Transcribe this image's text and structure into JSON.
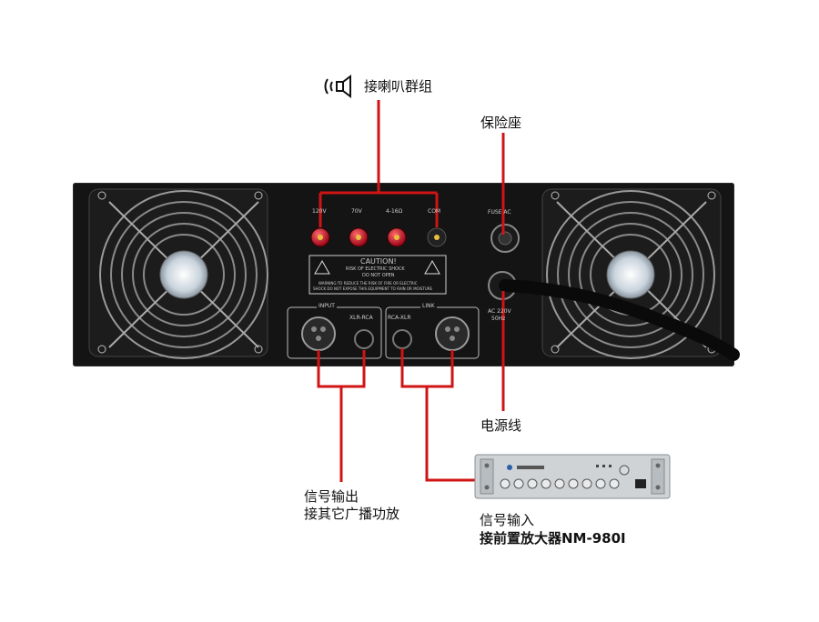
{
  "labels": {
    "speaker_group": "接喇叭群组",
    "fuse_holder": "保险座",
    "power_cord": "电源线",
    "signal_out_line1": "信号输出",
    "signal_out_line2": "接其它广播功放",
    "signal_in_line1": "信号输入",
    "signal_in_line2": "接前置放大器NM-980I"
  },
  "panel": {
    "terminals": [
      "120V",
      "70V",
      "4-16Ω",
      "COM"
    ],
    "fuse_label": "FUSE AC",
    "caution_title": "CAUTION!",
    "caution_line1": "RISK OF ELECTRIC SHOCK",
    "caution_line2": "DO NOT OPEN",
    "warning_line1": "WARNING:TO REDUCE THE RISK OF FIRE OR ELECTRIC",
    "warning_line2": "SHOCK DO NOT EXPOSE THIS EQUIPMENT TO RAIN OR MOISTURE",
    "input_label": "INPUT",
    "link_label": "LINK",
    "xlr_rca": "XLR-RCA",
    "rca_xlr": "RCA-XLR",
    "ac_line1": "AC 220V",
    "ac_line2": "50Hz"
  },
  "colors": {
    "wire": "#d01414",
    "panel": "#141414",
    "terminal_red": "#c8102e"
  }
}
